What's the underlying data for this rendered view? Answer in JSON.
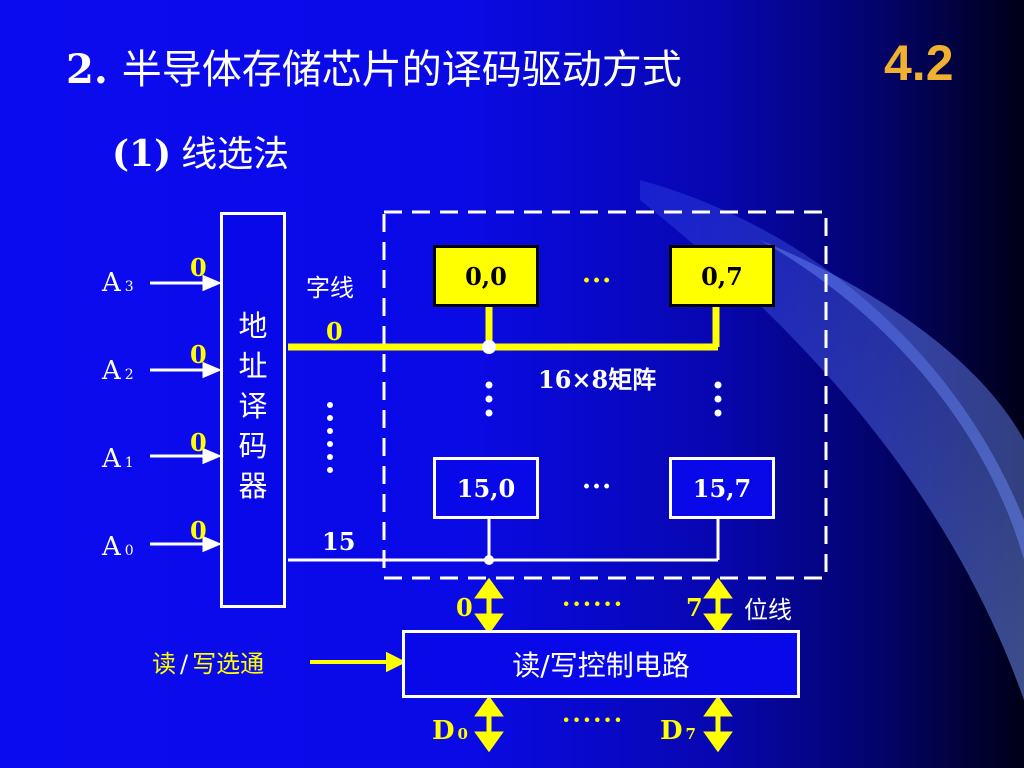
{
  "slide": {
    "title_num": "2.",
    "title_text": "半导体存储芯片的译码驱动方式",
    "section": "4.2",
    "subtitle_num": "(1)",
    "subtitle_text": "线选法"
  },
  "decoder": {
    "chars": [
      "地",
      "址",
      "译",
      "码",
      "器"
    ]
  },
  "address_inputs": [
    {
      "label": "A",
      "sub": "3",
      "value": "0"
    },
    {
      "label": "A",
      "sub": "2",
      "value": "0"
    },
    {
      "label": "A",
      "sub": "1",
      "value": "0"
    },
    {
      "label": "A",
      "sub": "0",
      "value": "0"
    }
  ],
  "word_line": {
    "label": "字线",
    "first": "0",
    "last": "15"
  },
  "matrix": {
    "label": "16×8矩阵",
    "cells_top": [
      "0,0",
      "0,7"
    ],
    "cells_bottom": [
      "15,0",
      "15,7"
    ],
    "row_ellipsis": "···"
  },
  "bit_line": {
    "label": "位线",
    "first": "0",
    "last": "7",
    "ellipsis": "······"
  },
  "rw_circuit": {
    "label": "读/写控制电路"
  },
  "rw_strobe": {
    "part1": "读",
    "slash": "/",
    "part2": "写选通"
  },
  "data_lines": {
    "first": {
      "label": "D",
      "sub": "0"
    },
    "last": {
      "label": "D",
      "sub": "7"
    },
    "ellipsis": "······"
  },
  "colors": {
    "background": "#0a0ae6",
    "highlight": "#ffff00",
    "section_number": "#f0b030",
    "deco_swoosh": "#5a7ff0"
  }
}
